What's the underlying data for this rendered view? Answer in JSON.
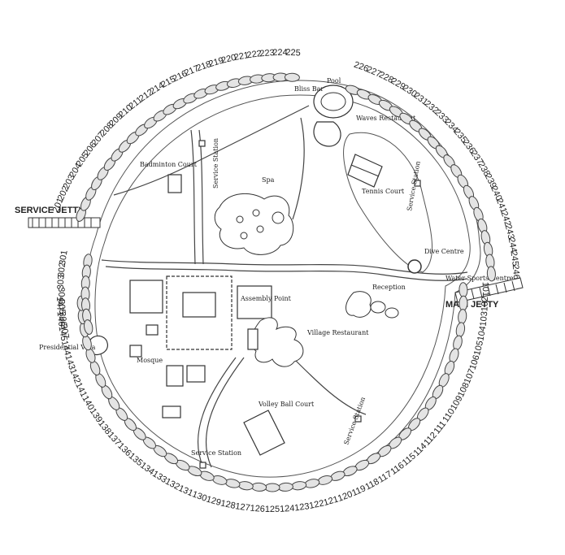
{
  "labels": {
    "service_jetty": "SERVICE JETTY",
    "main_jetty": "MAIN JETTY",
    "pool": "Pool",
    "bliss_bar": "Bliss Bar",
    "waves_restaurant": "Waves Restaurant",
    "spa": "Spa",
    "badminton_court": "Badminton Court",
    "tennis_court": "Tennis Court",
    "service_station": "Service Station",
    "dive_centre": "Dive Centre",
    "water_sports_centre": "Water Sports Centre",
    "reception": "Reception",
    "assembly_point": "Assembly Point",
    "village_restaurant": "Village Restaurant",
    "presidential_villa": "Presidential Villa",
    "mosque": "Mosque",
    "volley_ball_court": "Volley Ball Court"
  },
  "villa_groups": [
    {
      "name": "south-east-arc",
      "numbers": [
        "101",
        "102",
        "103",
        "104",
        "105",
        "106",
        "107",
        "108",
        "109",
        "110",
        "111",
        "112",
        "114",
        "115",
        "116",
        "117",
        "118",
        "119",
        "120",
        "121",
        "122",
        "123",
        "124",
        "125",
        "126",
        "127",
        "128",
        "129",
        "130",
        "131",
        "132",
        "133",
        "134",
        "135",
        "136",
        "137",
        "138",
        "139",
        "140",
        "141",
        "142",
        "143",
        "144",
        "145",
        "146",
        "147"
      ]
    },
    {
      "name": "north-west-arc",
      "numbers": [
        "201",
        "202",
        "203",
        "204",
        "205",
        "206",
        "207",
        "208",
        "209",
        "210",
        "211",
        "212",
        "214",
        "215",
        "216",
        "217",
        "218",
        "219",
        "220",
        "221",
        "222",
        "223",
        "224",
        "225"
      ]
    },
    {
      "name": "north-east-arc",
      "numbers": [
        "226",
        "227",
        "228",
        "229",
        "230",
        "231",
        "232",
        "233",
        "234",
        "235",
        "236",
        "237",
        "238",
        "239",
        "240",
        "241",
        "242",
        "243",
        "244",
        "245",
        "246"
      ]
    },
    {
      "name": "west-arc",
      "numbers": [
        "301",
        "302",
        "303",
        "304",
        "305",
        "306",
        "307"
      ]
    }
  ]
}
